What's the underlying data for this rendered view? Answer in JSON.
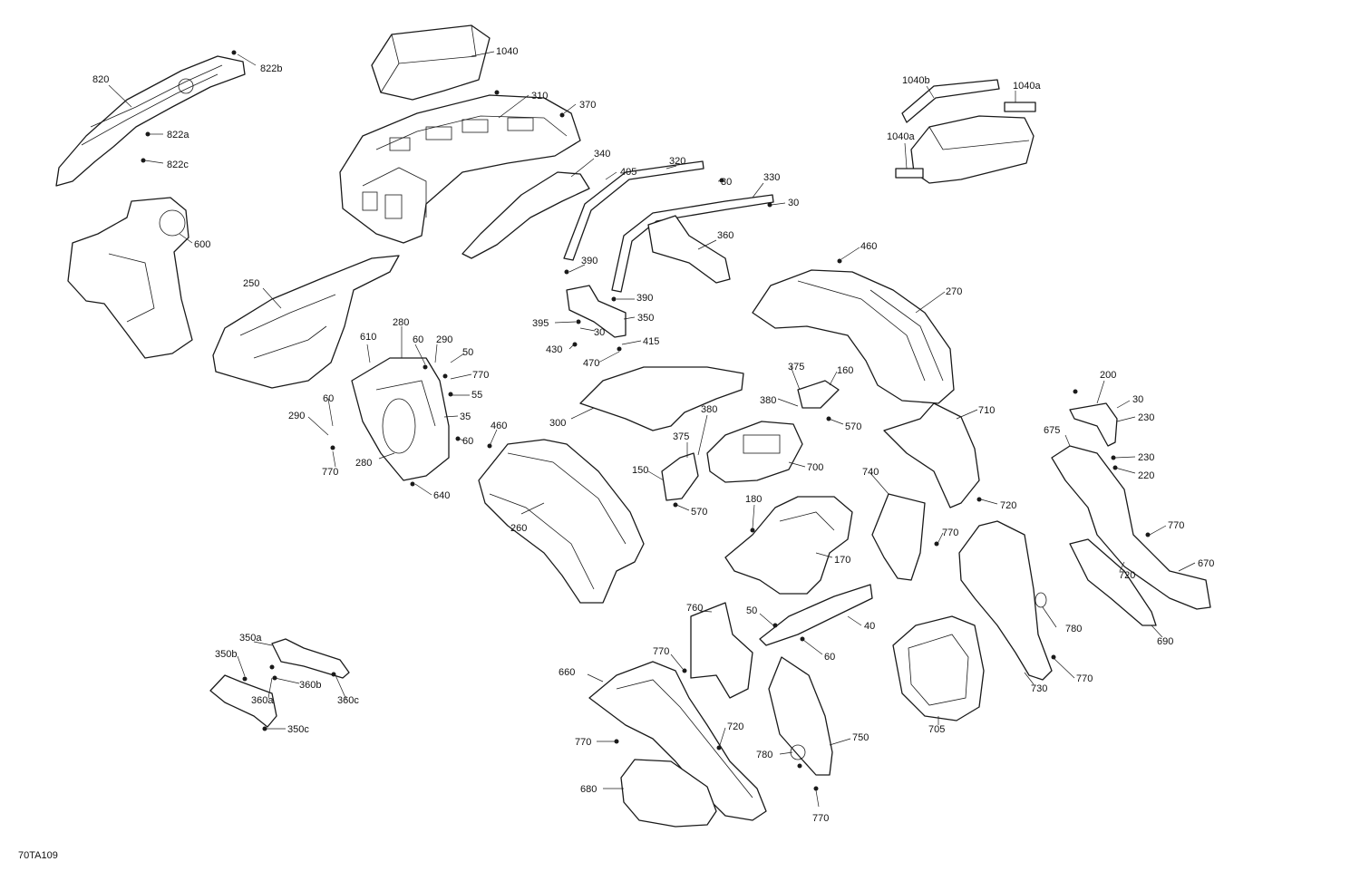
{
  "drawing_code": "70TA109",
  "callouts": [
    {
      "id": "820",
      "text": "820"
    },
    {
      "id": "822b",
      "text": "822b"
    },
    {
      "id": "822a",
      "text": "822a"
    },
    {
      "id": "822c",
      "text": "822c"
    },
    {
      "id": "1040",
      "text": "1040"
    },
    {
      "id": "310",
      "text": "310"
    },
    {
      "id": "370",
      "text": "370"
    },
    {
      "id": "1040b",
      "text": "1040b"
    },
    {
      "id": "1040a_1",
      "text": "1040a"
    },
    {
      "id": "1040a_2",
      "text": "1040a"
    },
    {
      "id": "600",
      "text": "600"
    },
    {
      "id": "340",
      "text": "340"
    },
    {
      "id": "405",
      "text": "405"
    },
    {
      "id": "320",
      "text": "320"
    },
    {
      "id": "30_1",
      "text": "30"
    },
    {
      "id": "330",
      "text": "330"
    },
    {
      "id": "30_2",
      "text": "30"
    },
    {
      "id": "460_1",
      "text": "460"
    },
    {
      "id": "360",
      "text": "360"
    },
    {
      "id": "250",
      "text": "250"
    },
    {
      "id": "390_1",
      "text": "390"
    },
    {
      "id": "270",
      "text": "270"
    },
    {
      "id": "390_2",
      "text": "390"
    },
    {
      "id": "280_1",
      "text": "280"
    },
    {
      "id": "395",
      "text": "395"
    },
    {
      "id": "350",
      "text": "350"
    },
    {
      "id": "610",
      "text": "610"
    },
    {
      "id": "60_1",
      "text": "60"
    },
    {
      "id": "290_1",
      "text": "290"
    },
    {
      "id": "30_3",
      "text": "30"
    },
    {
      "id": "430",
      "text": "430"
    },
    {
      "id": "415",
      "text": "415"
    },
    {
      "id": "50_1",
      "text": "50"
    },
    {
      "id": "770_1",
      "text": "770"
    },
    {
      "id": "470",
      "text": "470"
    },
    {
      "id": "375_1",
      "text": "375"
    },
    {
      "id": "160",
      "text": "160"
    },
    {
      "id": "55",
      "text": "55"
    },
    {
      "id": "60_2",
      "text": "60"
    },
    {
      "id": "380_1",
      "text": "380"
    },
    {
      "id": "200",
      "text": "200"
    },
    {
      "id": "30_4",
      "text": "30"
    },
    {
      "id": "290_2",
      "text": "290"
    },
    {
      "id": "35",
      "text": "35"
    },
    {
      "id": "300",
      "text": "300"
    },
    {
      "id": "710",
      "text": "710"
    },
    {
      "id": "570_1",
      "text": "570"
    },
    {
      "id": "230_1",
      "text": "230"
    },
    {
      "id": "460_2",
      "text": "460"
    },
    {
      "id": "675",
      "text": "675"
    },
    {
      "id": "375_2",
      "text": "375"
    },
    {
      "id": "380_2",
      "text": "380"
    },
    {
      "id": "60_3",
      "text": "60"
    },
    {
      "id": "230_2",
      "text": "230"
    },
    {
      "id": "280_2",
      "text": "280"
    },
    {
      "id": "700",
      "text": "700"
    },
    {
      "id": "220",
      "text": "220"
    },
    {
      "id": "770_2",
      "text": "770"
    },
    {
      "id": "150",
      "text": "150"
    },
    {
      "id": "740",
      "text": "740"
    },
    {
      "id": "640",
      "text": "640"
    },
    {
      "id": "180",
      "text": "180"
    },
    {
      "id": "720_1",
      "text": "720"
    },
    {
      "id": "570_2",
      "text": "570"
    },
    {
      "id": "260",
      "text": "260"
    },
    {
      "id": "770_3",
      "text": "770"
    },
    {
      "id": "770_4",
      "text": "770"
    },
    {
      "id": "170",
      "text": "170"
    },
    {
      "id": "670",
      "text": "670"
    },
    {
      "id": "720_2",
      "text": "720"
    },
    {
      "id": "760",
      "text": "760"
    },
    {
      "id": "50_2",
      "text": "50"
    },
    {
      "id": "40",
      "text": "40"
    },
    {
      "id": "350a",
      "text": "350a"
    },
    {
      "id": "780_1",
      "text": "780"
    },
    {
      "id": "690",
      "text": "690"
    },
    {
      "id": "350b",
      "text": "350b"
    },
    {
      "id": "770_5",
      "text": "770"
    },
    {
      "id": "60_4",
      "text": "60"
    },
    {
      "id": "660",
      "text": "660"
    },
    {
      "id": "770_6",
      "text": "770"
    },
    {
      "id": "360b",
      "text": "360b"
    },
    {
      "id": "730",
      "text": "730"
    },
    {
      "id": "360a",
      "text": "360a"
    },
    {
      "id": "360c",
      "text": "360c"
    },
    {
      "id": "720_3",
      "text": "720"
    },
    {
      "id": "705",
      "text": "705"
    },
    {
      "id": "350c",
      "text": "350c"
    },
    {
      "id": "750",
      "text": "750"
    },
    {
      "id": "770_7",
      "text": "770"
    },
    {
      "id": "780_2",
      "text": "780"
    },
    {
      "id": "680",
      "text": "680"
    },
    {
      "id": "770_8",
      "text": "770"
    }
  ]
}
